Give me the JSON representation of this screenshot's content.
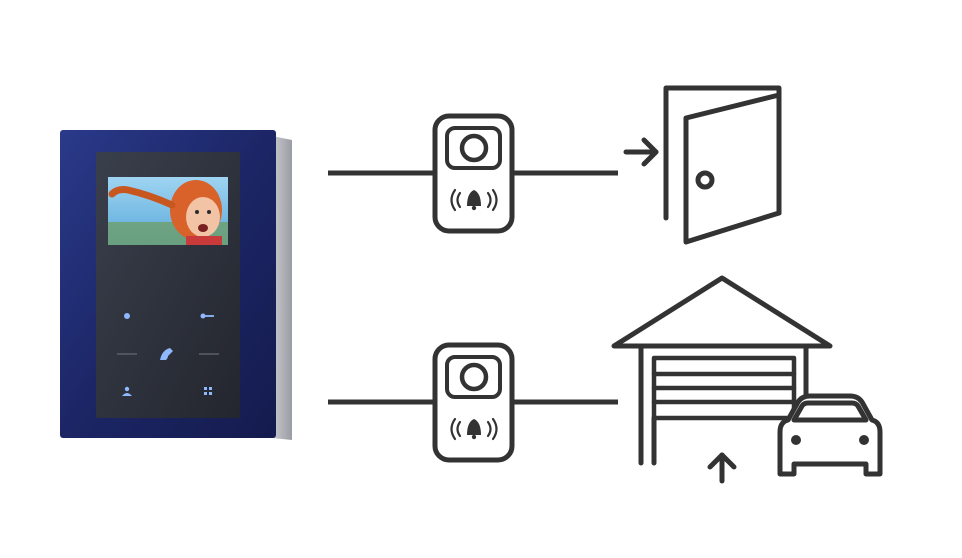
{
  "diagram": {
    "colors": {
      "background": "#ffffff",
      "line": "#333333",
      "monitor_frame": "#1f2a6b",
      "monitor_glass": "#2b2f3a",
      "touch_icon": "#8fb8ff",
      "screen_sky": "#7fc3ea"
    },
    "nodes": [
      {
        "id": "indoor-monitor",
        "icon": "video-intercom-monitor-icon"
      },
      {
        "id": "door-station-1",
        "icon": "door-station-icon"
      },
      {
        "id": "door-station-2",
        "icon": "door-station-icon"
      },
      {
        "id": "entrance-door",
        "icon": "door-open-icon"
      },
      {
        "id": "garage",
        "icon": "garage-icon"
      },
      {
        "id": "car",
        "icon": "car-icon"
      }
    ],
    "edges": [
      {
        "from": "indoor-monitor",
        "to": "door-station-1"
      },
      {
        "from": "door-station-1",
        "to": "entrance-door"
      },
      {
        "from": "indoor-monitor",
        "to": "door-station-2"
      },
      {
        "from": "door-station-2",
        "to": "garage"
      }
    ]
  }
}
